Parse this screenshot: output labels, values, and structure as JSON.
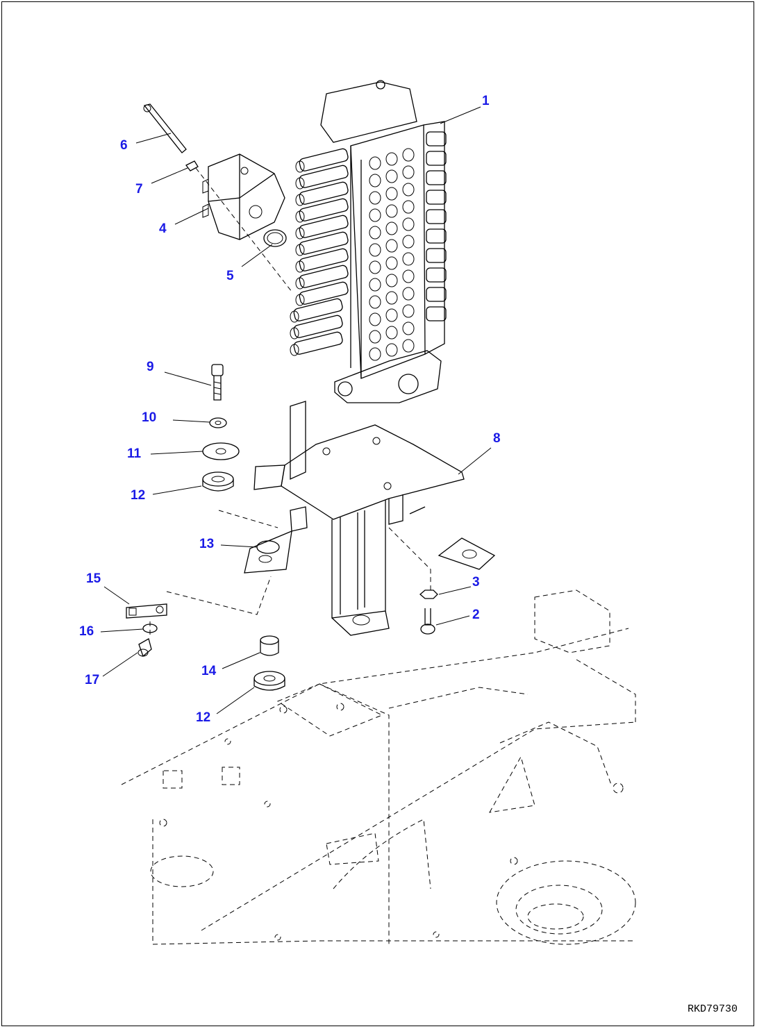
{
  "callouts": [
    {
      "id": "1",
      "text": "1"
    },
    {
      "id": "2",
      "text": "2"
    },
    {
      "id": "3",
      "text": "3"
    },
    {
      "id": "4",
      "text": "4"
    },
    {
      "id": "5",
      "text": "5"
    },
    {
      "id": "6",
      "text": "6"
    },
    {
      "id": "7",
      "text": "7"
    },
    {
      "id": "8",
      "text": "8"
    },
    {
      "id": "9",
      "text": "9"
    },
    {
      "id": "10",
      "text": "10"
    },
    {
      "id": "11",
      "text": "11"
    },
    {
      "id": "12a",
      "text": "12"
    },
    {
      "id": "13",
      "text": "13"
    },
    {
      "id": "14",
      "text": "14"
    },
    {
      "id": "12b",
      "text": "12"
    },
    {
      "id": "15",
      "text": "15"
    },
    {
      "id": "16",
      "text": "16"
    },
    {
      "id": "17",
      "text": "17"
    }
  ],
  "drawing_number": "RKD79730",
  "colors": {
    "callout": "#1a1ae6",
    "line": "#000000"
  }
}
